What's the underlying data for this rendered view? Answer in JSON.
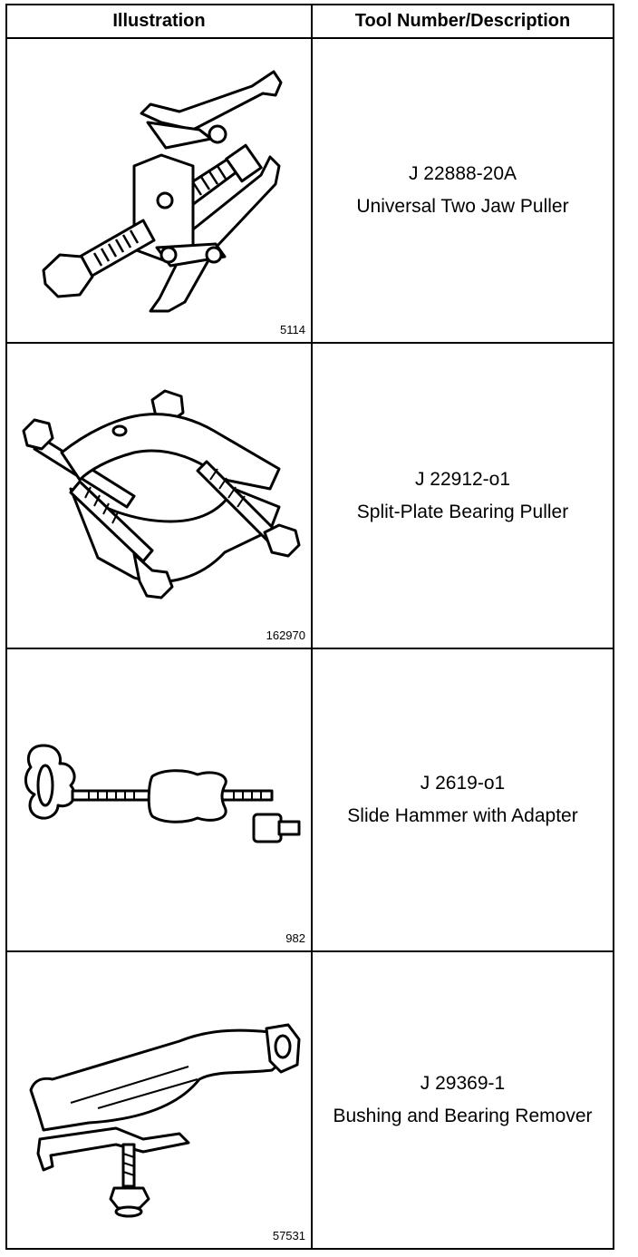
{
  "table": {
    "headers": {
      "illustration": "Illustration",
      "tool": "Tool Number/Description"
    },
    "rows": [
      {
        "figure": "5114",
        "tool_number": "J 22888-20A",
        "description": "Universal Two Jaw Puller"
      },
      {
        "figure": "162970",
        "tool_number": "J 22912-o1",
        "description": "Split-Plate Bearing Puller"
      },
      {
        "figure": "982",
        "tool_number": "J 2619-o1",
        "description": "Slide Hammer with Adapter"
      },
      {
        "figure": "57531",
        "tool_number": "J 29369-1",
        "description": "Bushing and Bearing Remover"
      }
    ]
  }
}
